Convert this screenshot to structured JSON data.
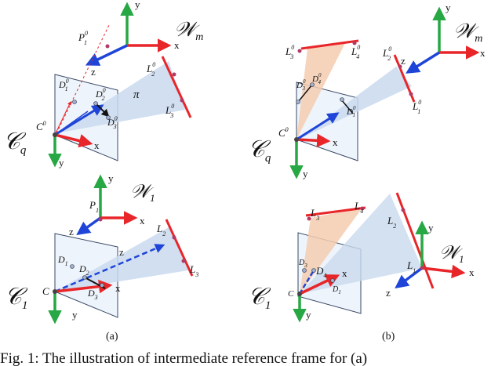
{
  "panels": {
    "a": {
      "label": "(a)",
      "top": {
        "world_frame": {
          "symbol": "𝒲",
          "sub": "m",
          "x": "x",
          "y": "y",
          "z": "z"
        },
        "camera_frame": {
          "symbol": "𝒞",
          "sub": "q",
          "x": "x",
          "y": "y",
          "center": "C",
          "center_sup": "0"
        },
        "points": [
          {
            "name": "P",
            "sub": "1",
            "sup": "0"
          },
          {
            "name": "D",
            "sub": "1",
            "sup": "0"
          },
          {
            "name": "D",
            "sub": "2",
            "sup": "0"
          },
          {
            "name": "D",
            "sub": "3",
            "sup": "0"
          },
          {
            "name": "L",
            "sub": "2",
            "sup": "0"
          },
          {
            "name": "L",
            "sub": "3",
            "sup": "0"
          }
        ],
        "plane": "π"
      },
      "bottom": {
        "world_frame": {
          "symbol": "𝒲",
          "sub": "1",
          "x": "x",
          "y": "y",
          "z": "z"
        },
        "camera_frame": {
          "symbol": "𝒞",
          "sub": "1",
          "x": "x",
          "y": "y",
          "z": "z",
          "center": "C"
        },
        "points": [
          {
            "name": "P",
            "sub": "1"
          },
          {
            "name": "D",
            "sub": "1"
          },
          {
            "name": "D",
            "sub": "2"
          },
          {
            "name": "D",
            "sub": "3"
          },
          {
            "name": "L",
            "sub": "2"
          },
          {
            "name": "L",
            "sub": "3"
          }
        ]
      }
    },
    "b": {
      "label": "(b)",
      "top": {
        "world_frame": {
          "symbol": "𝒲",
          "sub": "m",
          "x": "x",
          "y": "y",
          "z": "z"
        },
        "camera_frame": {
          "symbol": "𝒞",
          "sub": "q",
          "x": "x",
          "y": "y",
          "center": "C",
          "center_sup": "0"
        },
        "points": [
          {
            "name": "L",
            "sub": "3",
            "sup": "0"
          },
          {
            "name": "L",
            "sub": "4",
            "sup": "0"
          },
          {
            "name": "L",
            "sub": "2",
            "sup": "0"
          },
          {
            "name": "L",
            "sub": "1",
            "sup": "0"
          },
          {
            "name": "D",
            "sub": "3",
            "sup": "0"
          },
          {
            "name": "D",
            "sub": "4",
            "sup": "0"
          },
          {
            "name": "D",
            "sub": "1",
            "sup": "0"
          }
        ]
      },
      "bottom": {
        "world_frame": {
          "symbol": "𝒲",
          "sub": "1",
          "x": "x",
          "y": "y",
          "z": "z"
        },
        "camera_frame": {
          "symbol": "𝒞",
          "sub": "1",
          "x": "x",
          "y": "y",
          "center": "C"
        },
        "points": [
          {
            "name": "L",
            "sub": "3"
          },
          {
            "name": "L",
            "sub": "4"
          },
          {
            "name": "L",
            "sub": "2"
          },
          {
            "name": "L",
            "sub": "1"
          },
          {
            "name": "D",
            "sub": "3"
          },
          {
            "name": "D",
            "sub": "4"
          },
          {
            "name": "D",
            "sub": "1"
          }
        ]
      }
    }
  },
  "caption": "Fig. 1: The illustration of intermediate reference frame for (a)",
  "colors": {
    "x_axis": "#e8262a",
    "y_axis": "#27a844",
    "z_axis": "#1f45d8",
    "line": "#e8262a",
    "ray": "#8faed8",
    "plane_fill": "#c9d9ee",
    "plane_fill_orange": "#f5cdb0",
    "point": "#b23a64"
  }
}
